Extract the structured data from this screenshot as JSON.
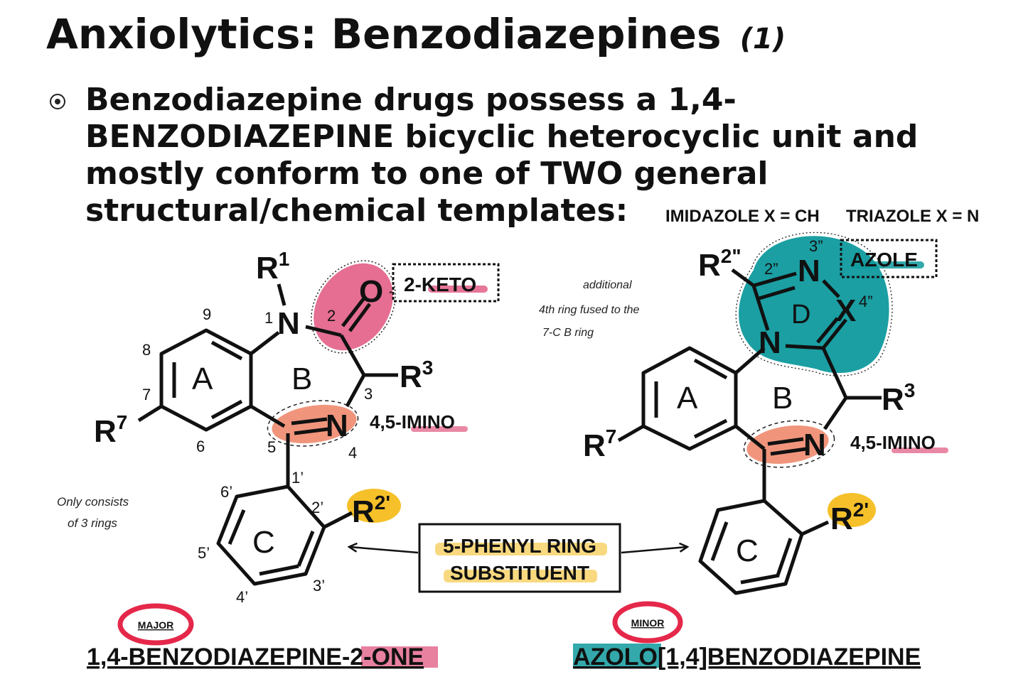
{
  "title": {
    "main": "Anxiolytics: Benzodiazepines",
    "suffix": "(1)"
  },
  "bullet": {
    "text": "Benzodiazepine drugs possess a 1,4-BENZODIAZEPINE bicyclic heterocyclic unit and mostly conform to one of TWO general structural/chemical templates:"
  },
  "left_structure": {
    "r1": "R",
    "r1_sup": "1",
    "atom_n1": "N",
    "atom_o": "O",
    "atom_n4": "N",
    "r3": "R",
    "r3_sup": "3",
    "r7": "R",
    "r7_sup": "7",
    "r2p": "R",
    "r2p_sup": "2'",
    "ring_a": "A",
    "ring_b": "B",
    "ring_c": "C",
    "num_1": "1",
    "num_2": "2",
    "num_3": "3",
    "num_4": "4",
    "num_5": "5",
    "num_6": "6",
    "num_7": "7",
    "num_8": "8",
    "num_9": "9",
    "num_1p": "1’",
    "num_2p": "2’",
    "num_3p": "3’",
    "num_4p": "4’",
    "num_5p": "5’",
    "num_6p": "6’",
    "keto_label": "2-KETO",
    "imino_label": "4,5-IMINO",
    "note": [
      "Only consists",
      "of 3 rings"
    ],
    "badge": "MAJOR",
    "name": "1,4-BENZODIAZEPINE-2-ONE"
  },
  "right_structure": {
    "imidazole_label": "IMIDAZOLE X = CH",
    "triazole_label": "TRIAZOLE X = N",
    "azole_label": "AZOLE",
    "r2pp": "R",
    "r2pp_sup": "2\"",
    "num_2pp": "2”",
    "num_3pp": "3”",
    "num_4pp": "4”",
    "atom_n_top": "N",
    "atom_x": "X",
    "atom_n_fused": "N",
    "atom_n_imino": "N",
    "ring_a": "A",
    "ring_b": "B",
    "ring_c": "C",
    "ring_d": "D",
    "r3": "R",
    "r3_sup": "3",
    "r7": "R",
    "r7_sup": "7",
    "r2p": "R",
    "r2p_sup": "2'",
    "imino_label": "4,5-IMINO",
    "note": [
      "additional",
      "4th ring fused to the",
      "7-C B ring"
    ],
    "badge": "MINOR",
    "name": "AZOLO[1,4]BENZODIAZEPINE"
  },
  "center_box": {
    "line1": "5-PHENYL RING",
    "line2": "SUBSTITUENT"
  },
  "colors": {
    "pink": "#e0557f",
    "salmon": "#ee8a6e",
    "teal": "#0f9a9e",
    "yellow": "#f5c02a",
    "badge_red": "#e5284a"
  }
}
